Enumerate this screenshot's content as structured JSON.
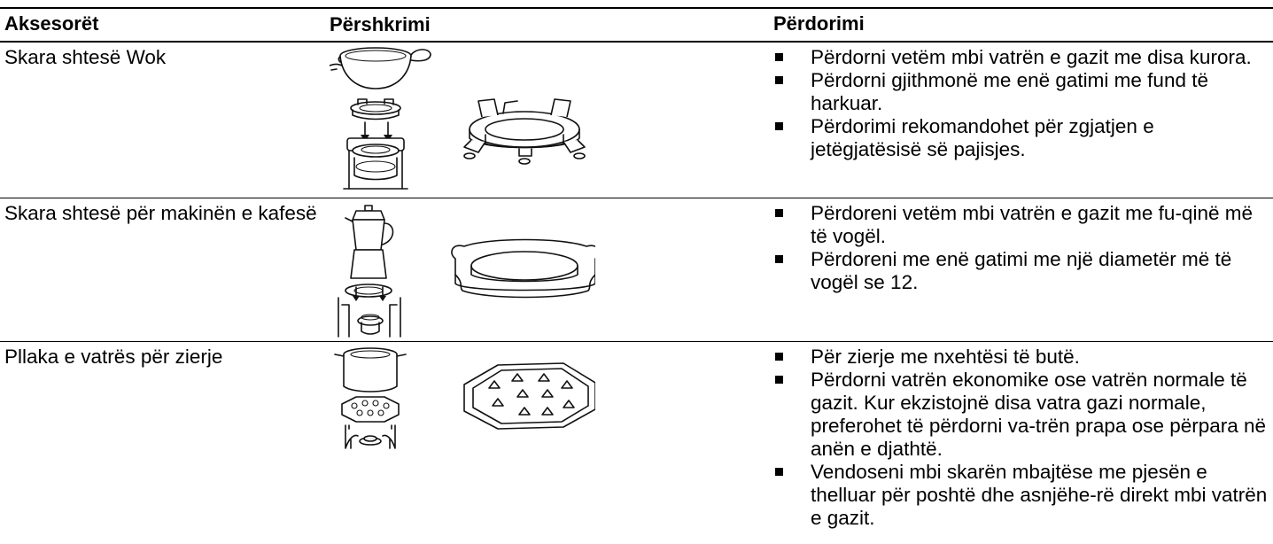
{
  "table": {
    "headers": {
      "accessories": "Aksesorët",
      "description": "Përshkrimi",
      "usage": "Përdorimi"
    },
    "rows": [
      {
        "name": "Skara shtesë Wok",
        "illustration": "wok-ring-icon",
        "usage": [
          "Përdorni vetëm mbi vatrën e gazit me disa kurora.",
          "Përdorni gjithmonë me enë gatimi me fund të harkuar.",
          "Përdorimi rekomandohet për zgjatjen e jetëgjatësisë së pajisjes."
        ]
      },
      {
        "name": "Skara shtesë për makinën e kafesë",
        "illustration": "coffee-maker-ring-icon",
        "usage": [
          "Përdoreni vetëm mbi vatrën e gazit me fu-qinë më të vogël.",
          "Përdoreni me enë gatimi me një diametër më të vogël se 12."
        ]
      },
      {
        "name": "Pllaka e vatrës për zierje",
        "illustration": "simmer-plate-icon",
        "usage": [
          "Për zierje me nxehtësi të butë.",
          "Përdorni vatrën ekonomike ose vatrën normale të gazit. Kur ekzistojnë disa vatra gazi normale, preferohet të përdorni va-trën prapa ose përpara në anën e djathtë.",
          "Vendoseni mbi skarën mbajtëse me pjesën e thelluar për poshtë dhe asnjëhe-rë direkt mbi vatrën e gazit."
        ]
      }
    ]
  }
}
